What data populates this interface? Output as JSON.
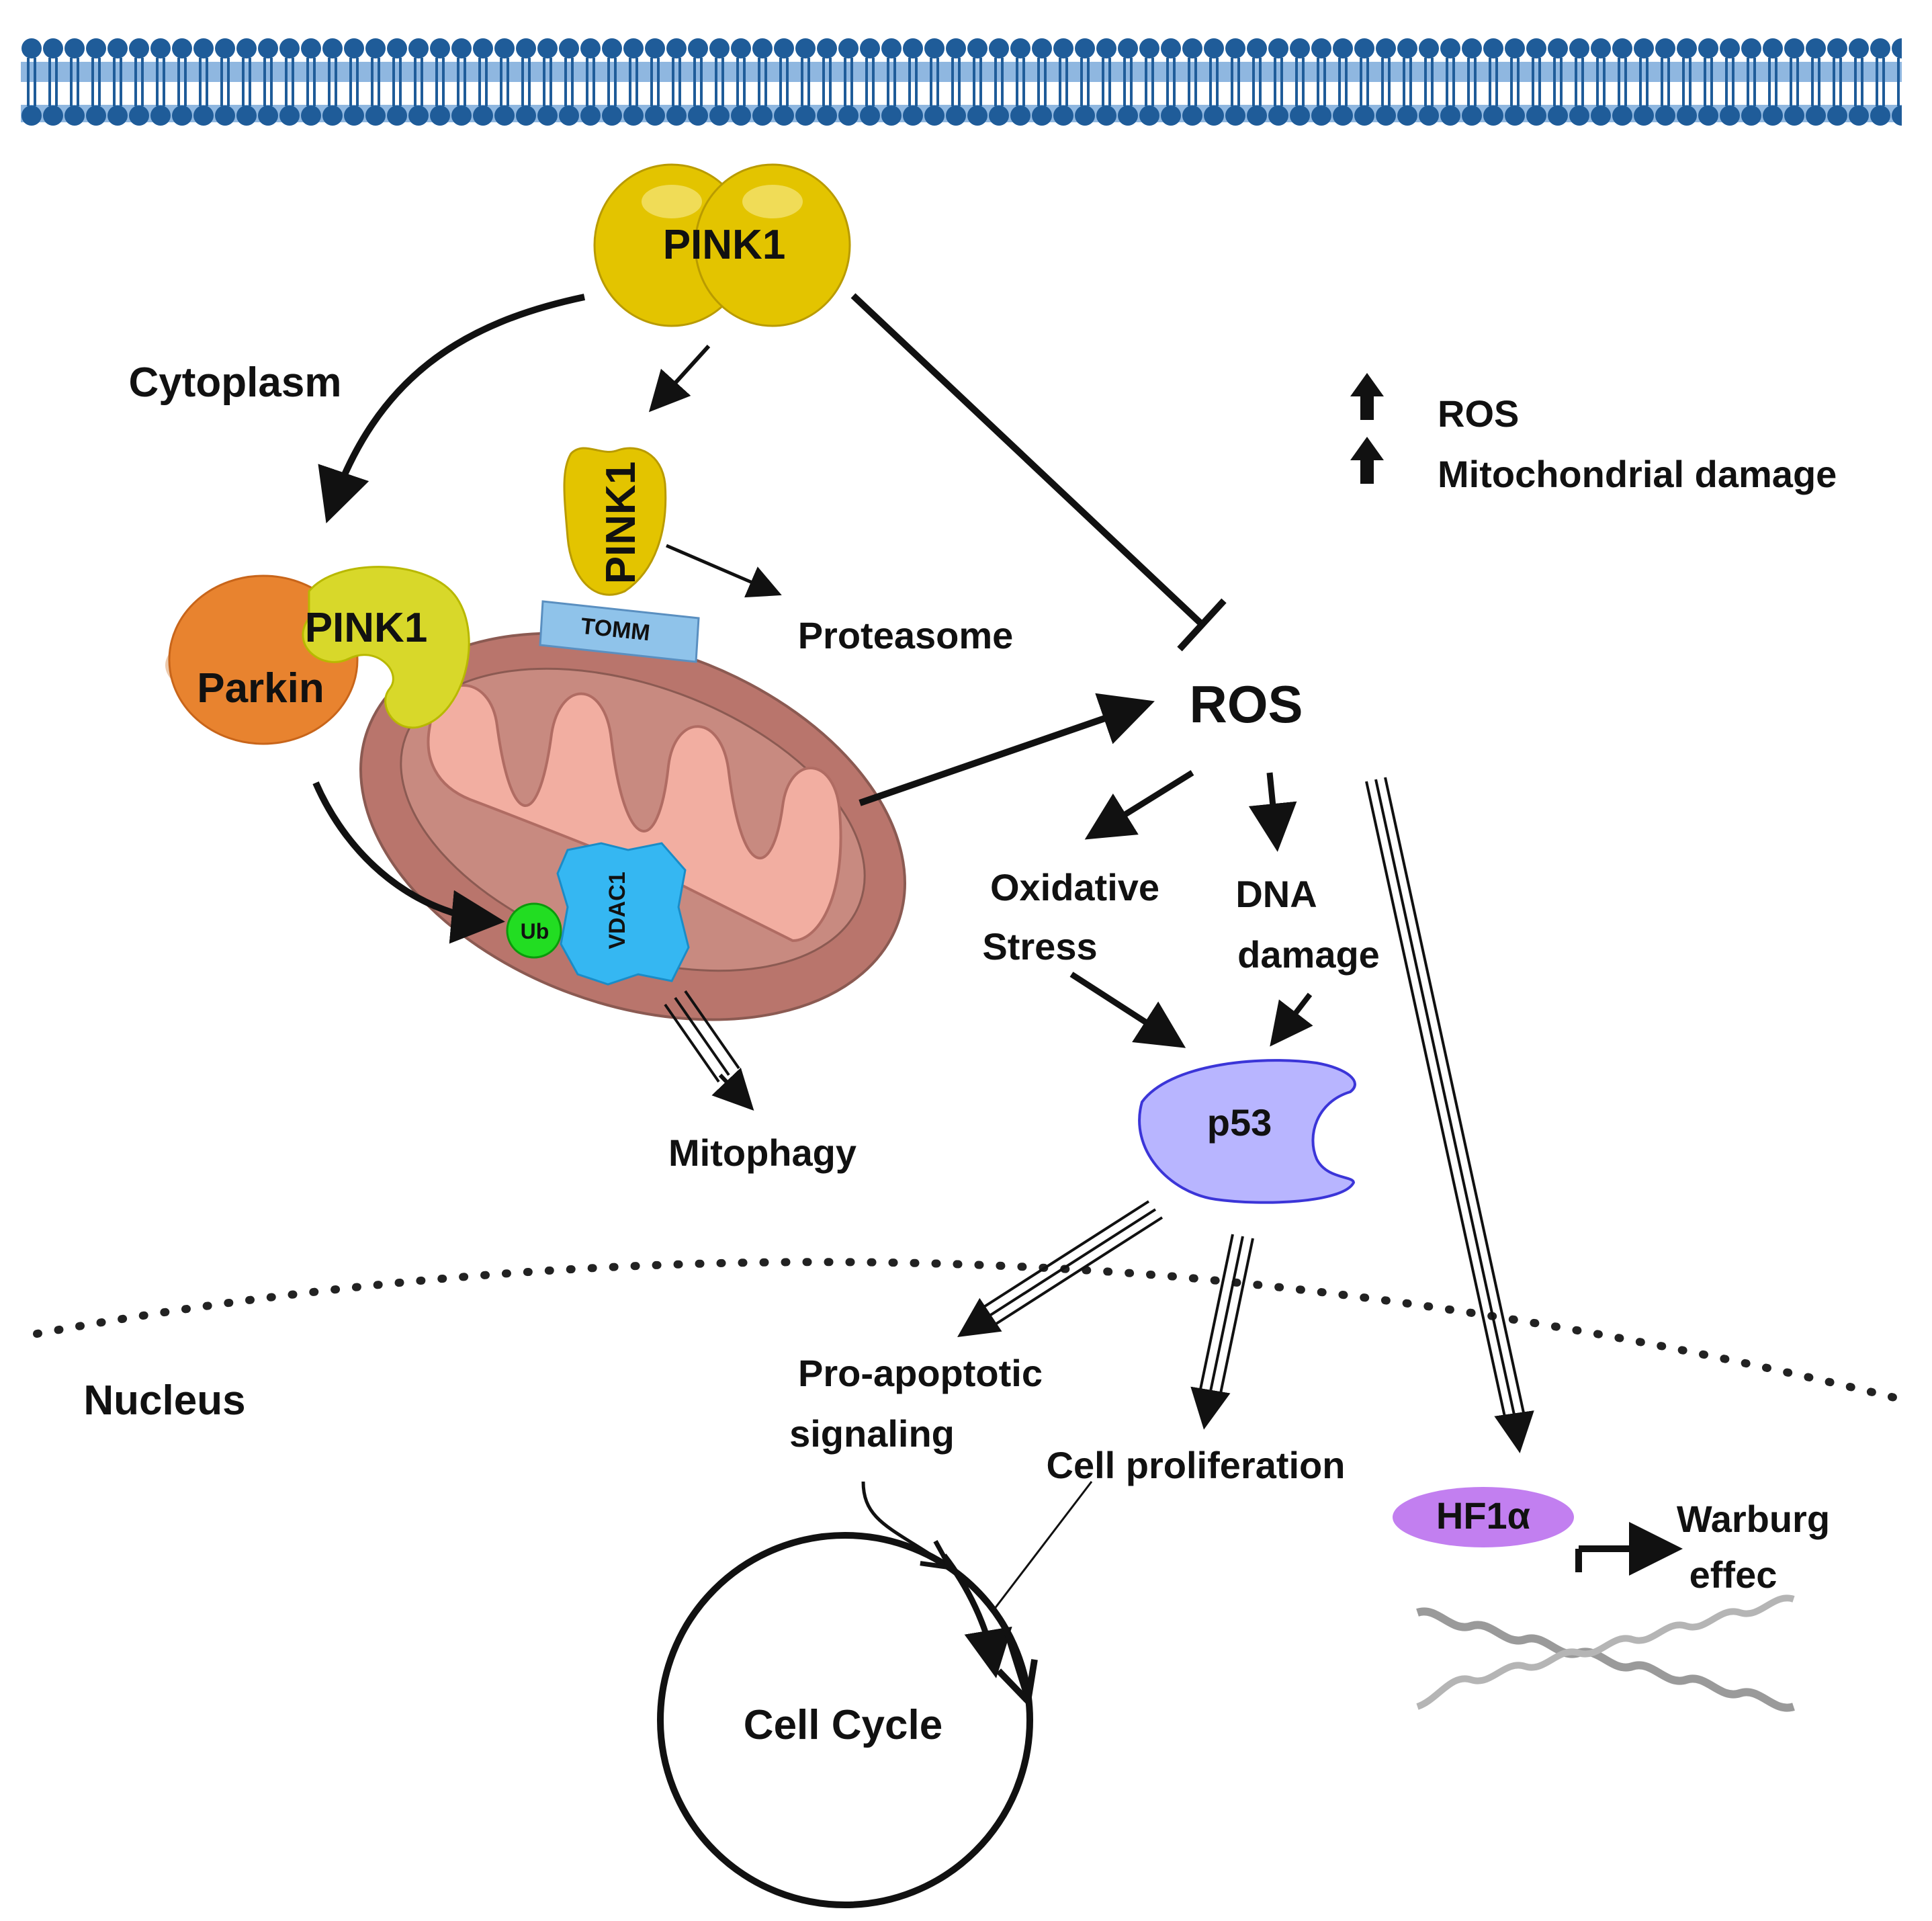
{
  "colors": {
    "membrane": "#1f5c99",
    "pink1": "#e3c400",
    "parkin": "#e8832f",
    "mito_outer": "#b9756c",
    "mito_inner": "#f2aea1",
    "vdac1": "#35b7f2",
    "ub": "#22dd22",
    "tomm": "#8fc3ea",
    "p53": "#b8b5ff",
    "hif": "#c27ff0",
    "dna": "#9a9a9a"
  },
  "labels": {
    "pink1_top": "PINK1",
    "pink1_tomm": "PINK1",
    "pink1_parkin": "PINK1",
    "parkin": "Parkin",
    "tomm": "TOMM",
    "ub": "Ub",
    "vdac1": "VDAC1",
    "cytoplasm": "Cytoplasm",
    "proteasome": "Proteasome",
    "ros": "ROS",
    "legend_ros": "ROS",
    "legend_mito": "Mitochondrial damage",
    "oxidative_line1": "Oxidative",
    "oxidative_line2": "Stress",
    "dna_line1": "DNA",
    "dna_line2": "damage",
    "p53": "p53",
    "mitophagy": "Mitophagy",
    "nucleus": "Nucleus",
    "proapoptotic_line1": "Pro-apoptotic",
    "proapoptotic_line2": "signaling",
    "cell_proliferation": "Cell proliferation",
    "hif": "HF1α",
    "warburg_line1": "Warburg",
    "warburg_line2": "effec",
    "cell_cycle": "Cell Cycle"
  }
}
